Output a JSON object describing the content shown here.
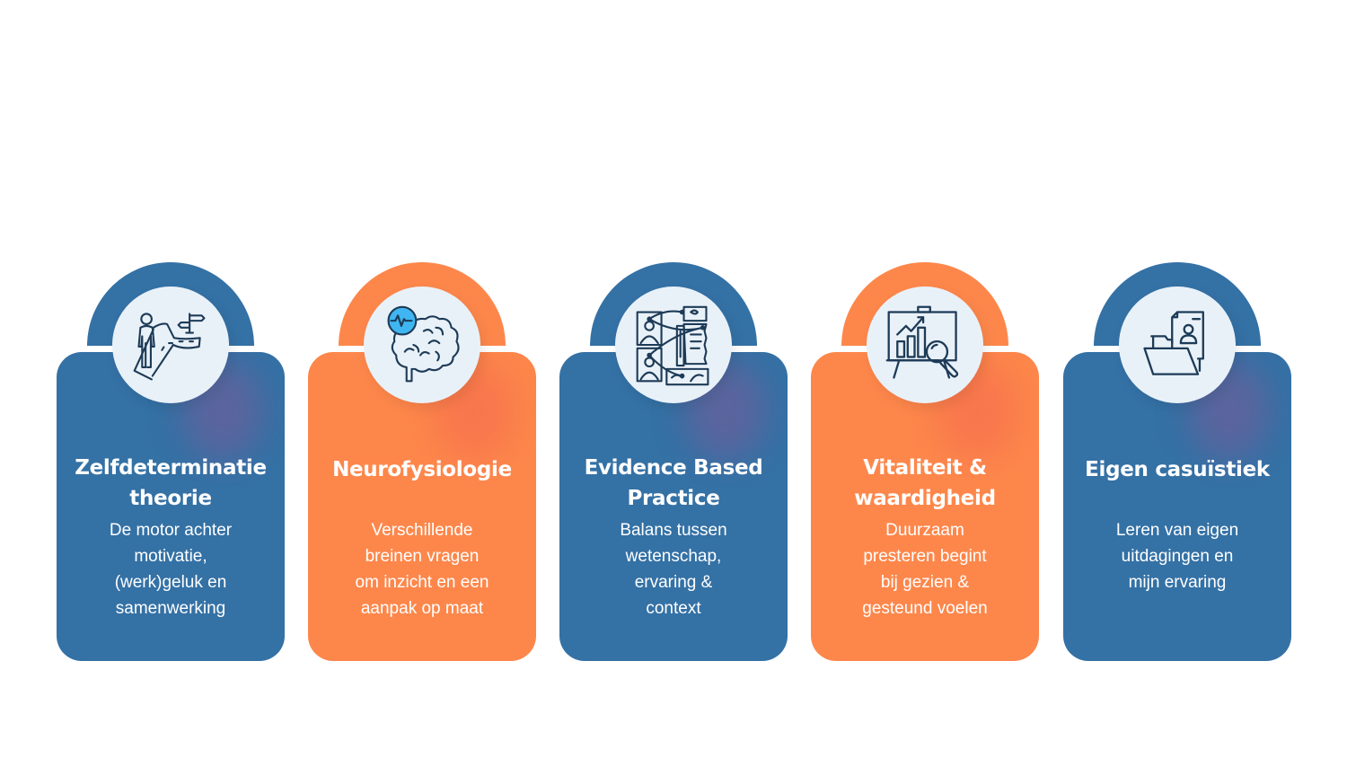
{
  "colors": {
    "blue": "#3471a5",
    "orange": "#fd874b",
    "icon_bg": "#e9f1f8",
    "icon_stroke": "#1d3b57",
    "icon_accent": "#3fb6f2"
  },
  "cards": [
    {
      "color": "blue",
      "icon": "crossroads-person-icon",
      "title_lines": [
        "Zelfdeterminatie",
        "theorie"
      ],
      "desc_lines": [
        "De motor achter",
        "motivatie,",
        "(werk)geluk en",
        "samenwerking"
      ]
    },
    {
      "color": "orange",
      "icon": "brain-pulse-icon",
      "title_lines": [
        "Neurofysiologie"
      ],
      "desc_lines": [
        "Verschillende",
        "breinen vragen",
        "om inzicht en een",
        "aanpak op maat"
      ]
    },
    {
      "color": "blue",
      "icon": "evidence-board-icon",
      "title_lines": [
        "Evidence Based",
        "Practice"
      ],
      "desc_lines": [
        "Balans tussen",
        "wetenschap,",
        "ervaring &",
        "context"
      ]
    },
    {
      "color": "orange",
      "icon": "chart-presentation-magnifier-icon",
      "title_lines": [
        "Vitaliteit &",
        "waardigheid"
      ],
      "desc_lines": [
        "Duurzaam",
        "presteren begint",
        "bij gezien &",
        "gesteund voelen"
      ]
    },
    {
      "color": "blue",
      "icon": "folder-profile-icon",
      "title_lines": [
        "Eigen casuïstiek"
      ],
      "desc_lines": [
        "Leren van eigen",
        "uitdagingen en",
        "mijn ervaring"
      ]
    }
  ]
}
